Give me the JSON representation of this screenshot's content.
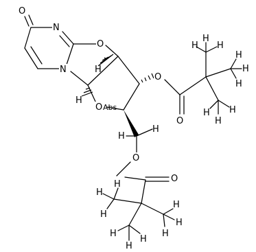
{
  "structure": {
    "atoms": {
      "O_ketone": "O",
      "N_ring": "N",
      "N_bridge": "N",
      "O_oxazole": "O",
      "O_furan": "O",
      "O_ester1": "O",
      "O_carbonyl1": "O",
      "O_ester2": "O",
      "O_carbonyl2": "O",
      "H_stereo1": "H",
      "H_stereo2": "H",
      "H_stereo3": "H",
      "H_stereo4": "H",
      "H_methyl": "H"
    },
    "abs_label": "Abs"
  }
}
